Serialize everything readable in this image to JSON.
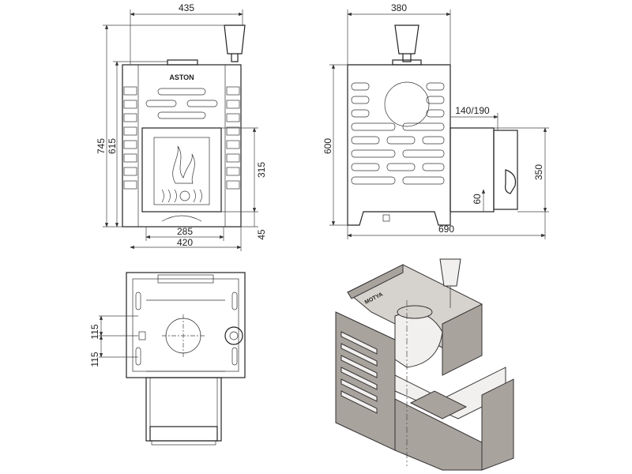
{
  "front_view": {
    "brand_label": "ASTON",
    "dims": {
      "top_width": "435",
      "total_height": "745",
      "body_height": "615",
      "door_height": "315",
      "base_height": "45",
      "door_width": "285",
      "body_width": "420"
    }
  },
  "side_view": {
    "dims": {
      "depth": "380",
      "height": "600",
      "flue_offset": "140/190",
      "flue_box_height": "350",
      "flue_box_base": "60",
      "total_depth": "690"
    }
  },
  "top_view": {
    "dims": {
      "offset_upper": "115",
      "offset_lower": "115"
    }
  },
  "iso_view": {
    "brand_label": "MOTYA"
  }
}
